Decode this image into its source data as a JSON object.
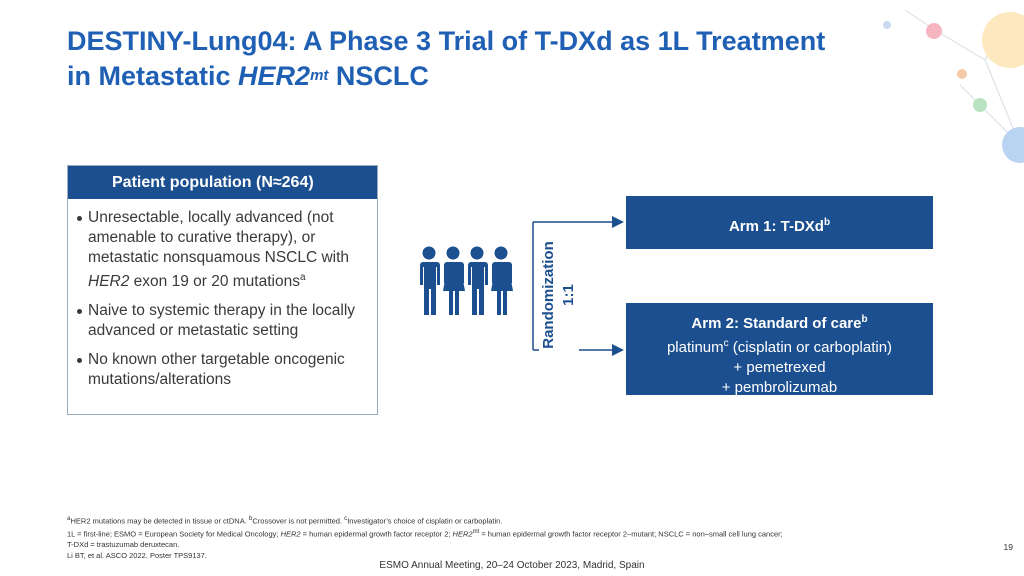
{
  "slide": {
    "title_line1": "DESTINY-Lung04: A Phase 3 Trial of T-DXd as 1L Treatment",
    "title_line2_pre": "in Metastatic ",
    "title_her2": "HER2",
    "title_sup": "mt",
    "title_line2_post": " NSCLC"
  },
  "population": {
    "header": "Patient population (N≈264)",
    "bullet1_text": "Unresectable, locally advanced (not amenable to curative therapy), or metastatic nonsquamous NSCLC with ",
    "bullet1_her2": "HER2",
    "bullet1_tail": " exon 19 or 20 mutations",
    "bullet1_sup": "a",
    "bullet2": "Naive to systemic therapy in the locally advanced or metastatic setting",
    "bullet3": "No known other targetable oncogenic mutations/alterations"
  },
  "randomization": {
    "label": "Randomization",
    "ratio": "1:1"
  },
  "arm1": {
    "label": "Arm 1: T-DXd",
    "sup": "b"
  },
  "arm2": {
    "label": "Arm 2: Standard of care",
    "sup": "b",
    "line1_pre": "platinum",
    "line1_sup": "c",
    "line1_post": " (cisplatin or carboplatin)",
    "line2": "+ pemetrexed",
    "line3": "+ pembrolizumab"
  },
  "footnotes": {
    "line1_a": "a",
    "line1_a_text": "HER2 mutations may be detected in tissue or ctDNA. ",
    "line1_b": "b",
    "line1_b_text": "Crossover is not permitted. ",
    "line1_c": "c",
    "line1_c_text": "Investigator’s choice of cisplatin or carboplatin.",
    "line2_pre": "1L = first-line; ESMO = European Society for Medical Oncology; ",
    "line2_her2": "HER2",
    "line2_mid": " = human epidermal growth factor receptor 2; ",
    "line2_her2mt": "HER2",
    "line2_mt": "mt",
    "line2_post": " = human epidermal growth factor receptor 2–mutant; NSCLC = non–small cell lung cancer;",
    "line3": "T-DXd = trastuzumab deruxtecan.",
    "line4": "Li BT, et al. ASCO 2022. Poster TPS9137."
  },
  "page_number": "19",
  "meeting": "ESMO Annual Meeting, 20–24 October 2023, Madrid, Spain",
  "colors": {
    "title": "#1f5fb4",
    "box_header": "#1c4f8f",
    "arm": "#1c4f8f",
    "icon": "#1c4f8f"
  }
}
